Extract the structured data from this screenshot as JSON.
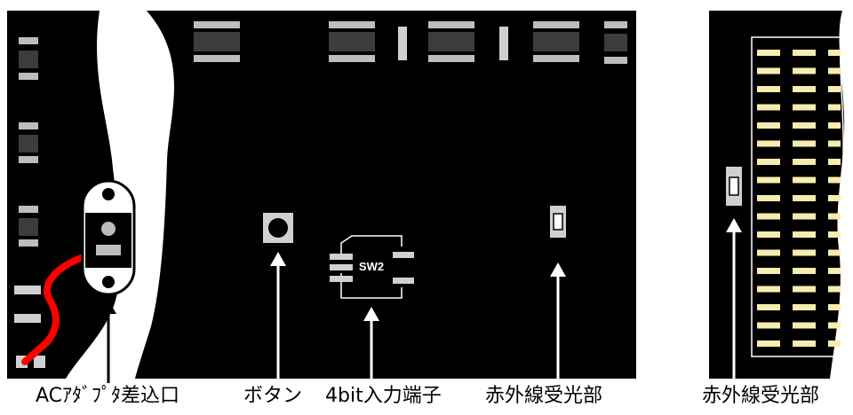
{
  "labels": {
    "ac_adapter": "ACｱﾀﾞﾌﾟﾀ差込口",
    "button": "ボタン",
    "input_terminal": "4bit入力端子",
    "ir_receiver_main": "赤外線受光部",
    "ir_receiver_side": "赤外線受光部",
    "switch_silk": "SW2"
  },
  "colors": {
    "board": "#000000",
    "background": "#ffffff",
    "chip": "#3c3c3c",
    "pin": "#bdbdbd",
    "pad": "#d0d0d0",
    "pad_yellow": "#f7ecb0",
    "wire_red": "#ff0000",
    "arrow": "#ffffff"
  },
  "icons": {
    "callout_arrow": "up-arrow-icon",
    "push_button": "push-button-icon",
    "ir_receiver": "ir-receiver-icon",
    "dc_jack": "dc-jack-icon"
  }
}
